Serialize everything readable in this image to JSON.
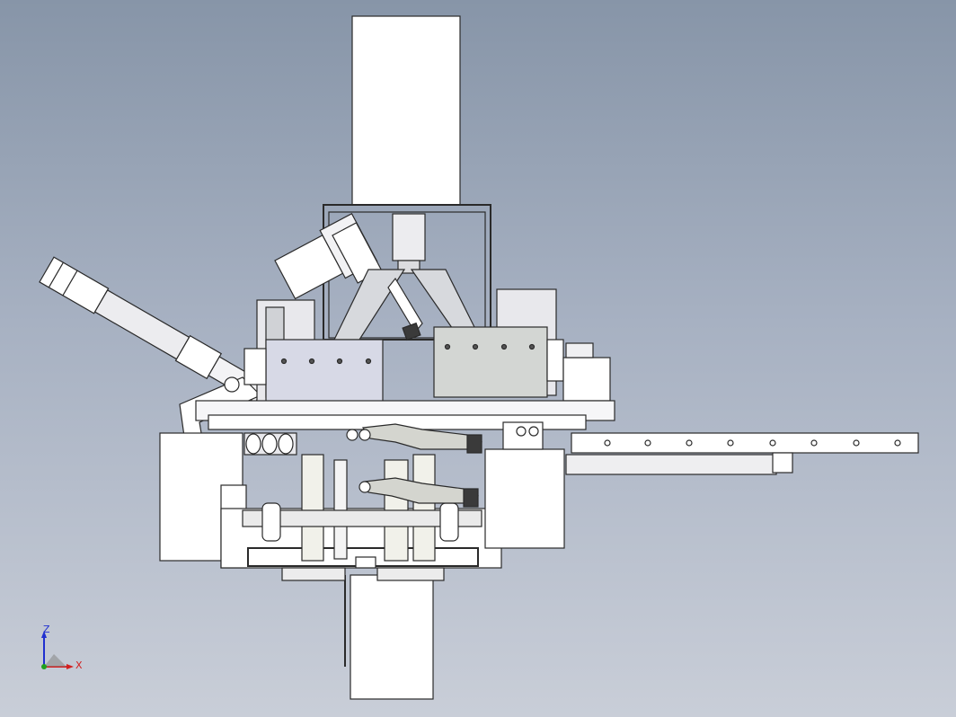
{
  "viewport": {
    "background_top": "#8795a8",
    "background_bottom": "#c9ced8",
    "part_fill": "#ffffff",
    "part_stroke": "#2a2a2a",
    "shade_fill": "#d3d7dd",
    "block_fill": "#d7d9e6",
    "dark_part": "#3a3a3a"
  },
  "triad": {
    "x_label": "X",
    "z_label": "Z",
    "x_color": "#d32020",
    "z_color": "#2030d0",
    "y_color": "#20a020"
  },
  "model": {
    "name_icon": "cad-assembly-icon",
    "rail_hole_count": 8
  }
}
